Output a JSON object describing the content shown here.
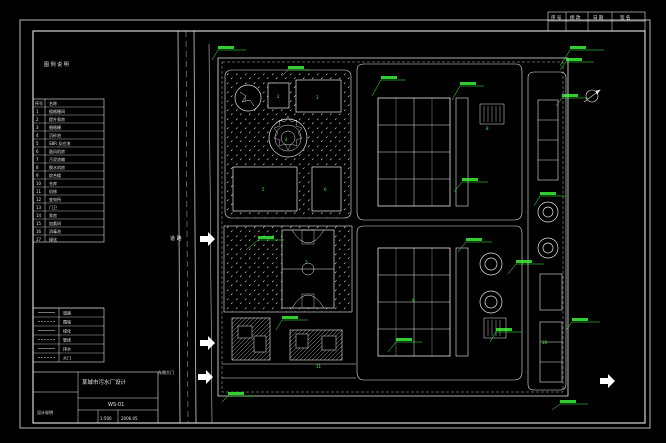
{
  "drawing": {
    "title": "某城市污水厂设计",
    "drawing_no": "WS-01",
    "scale": "1:500",
    "date": "2006.05",
    "footer_label": "设计说明",
    "gate_label": "东侧大门"
  },
  "revision_block": {
    "headers": [
      "序 号",
      "修 改",
      "日 期",
      "签 名"
    ]
  },
  "legend": {
    "title": "图 例 说 明",
    "header": [
      "序号",
      "名称"
    ],
    "rows": [
      [
        "1",
        "粗格栅间"
      ],
      [
        "2",
        "提升泵房"
      ],
      [
        "3",
        "细格栅"
      ],
      [
        "4",
        "沉砂池"
      ],
      [
        "5",
        "SBR 反应池"
      ],
      [
        "6",
        "鼓风机房"
      ],
      [
        "7",
        "污泥浓缩"
      ],
      [
        "8",
        "脱水机房"
      ],
      [
        "9",
        "综合楼"
      ],
      [
        "10",
        "仓库"
      ],
      [
        "11",
        "机修"
      ],
      [
        "12",
        "变电所"
      ],
      [
        "13",
        "门卫"
      ],
      [
        "14",
        "泵房"
      ],
      [
        "15",
        "加氯间"
      ],
      [
        "16",
        "消毒池"
      ],
      [
        "17",
        "绿化"
      ]
    ]
  },
  "symbols": {
    "rows": [
      "道路",
      "围墙",
      "绿化",
      "管线",
      "排水",
      "大门"
    ]
  },
  "map_labels": {
    "west_road": "道 路"
  },
  "colors": {
    "background": "#000000",
    "lines": "#e8e8e8",
    "callouts": "#3cff3c",
    "labels": "#3cff3c",
    "arrows": "#ffffff"
  }
}
